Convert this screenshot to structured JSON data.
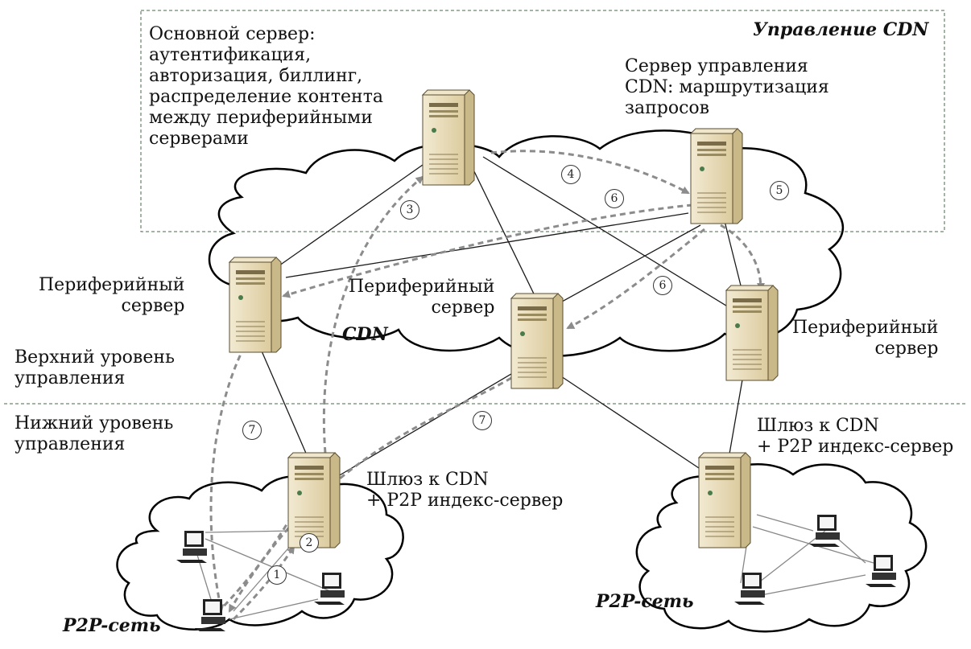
{
  "zones": {
    "cdn_management": "Управление CDN",
    "cdn": "CDN",
    "upper_level": "Верхний уровень\nуправления",
    "lower_level": "Нижний уровень\nуправления",
    "p2p_left": "P2P-сеть",
    "p2p_right": "P2P-сеть"
  },
  "servers": {
    "main_server": "Основной сервер:\nаутентификация,\nавторизация, биллинг,\nраспределение контента\nмежду периферийными\nсерверами",
    "cdn_control_server": "Сервер управления\nCDN: маршрутизация\nзапросов",
    "edge_left": "Периферийный\nсервер",
    "edge_middle": "Периферийный\nсервер",
    "edge_right": "Периферийный\nсервер",
    "gateway_left": "Шлюз к CDN\n+ P2P индекс-сервер",
    "gateway_right": "Шлюз к CDN\n+ P2P индекс-сервер"
  },
  "steps": {
    "s1": "1",
    "s2": "2",
    "s3": "3",
    "s4": "4",
    "s5": "5",
    "s6a": "6",
    "s6b": "6",
    "s7a": "7",
    "s7b": "7"
  },
  "colors": {
    "line": "#1a1a1a",
    "flow_arrow": "#8c8c8c",
    "server_body": "#e8ddc0",
    "server_side": "#c9b888",
    "divider": "#7a8a7a"
  },
  "icons": {
    "server": "tower-server-icon",
    "computer": "desktop-pc-icon",
    "cloud": "cloud-icon"
  }
}
